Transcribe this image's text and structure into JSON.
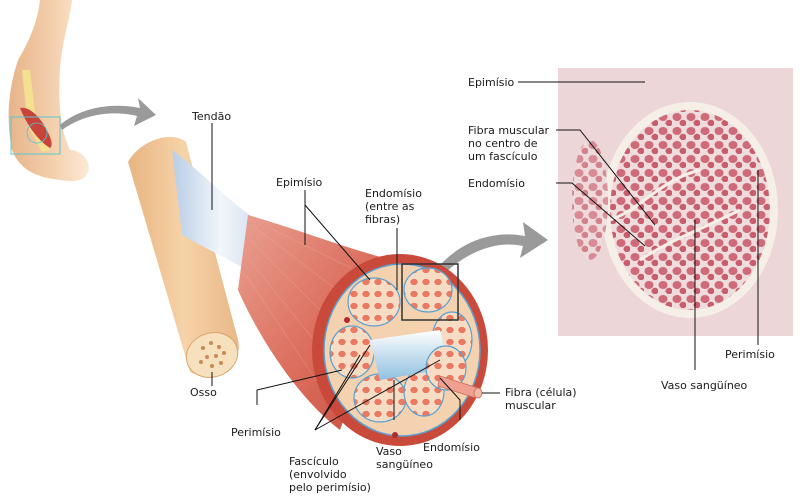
{
  "title": "Estrutura do músculo esquelético",
  "colors": {
    "skin": "#f2c9a0",
    "muscle": "#d9604a",
    "muscle_light": "#e89080",
    "tendon": "#dfe8f2",
    "bone": "#f0c896",
    "connective_blue": "#5aa0d0",
    "fiber_red": "#e8705a",
    "fiber_bg": "#f7e0c8",
    "arrow_gray": "#9a9a9a",
    "micro_bg": "#ead3d5",
    "micro_fiber": "#c9606e",
    "highlight_box": "#5bc5d0",
    "leader_line": "#111111"
  },
  "labels": {
    "tendao": "Tendão",
    "osso": "Osso",
    "epimisio_left": "Epimísio",
    "endomisio_top": "Endomísio\n(entre as\nfibras)",
    "perimisio_left": "Perimísio",
    "fasciculo": "Fascículo\n(envolvido\npelo perimísio)",
    "vaso_left": "Vaso\nsangüíneo",
    "endomisio_bottom": "Endomísio",
    "fibra_celula": "Fibra (célula)\nmuscular",
    "epimisio_right": "Epimísio",
    "fibra_centro": "Fibra muscular\nno centro de\num fascículo",
    "endomisio_right": "Endomísio",
    "vaso_right": "Vaso sangüíneo",
    "perimisio_right": "Perimísio"
  }
}
